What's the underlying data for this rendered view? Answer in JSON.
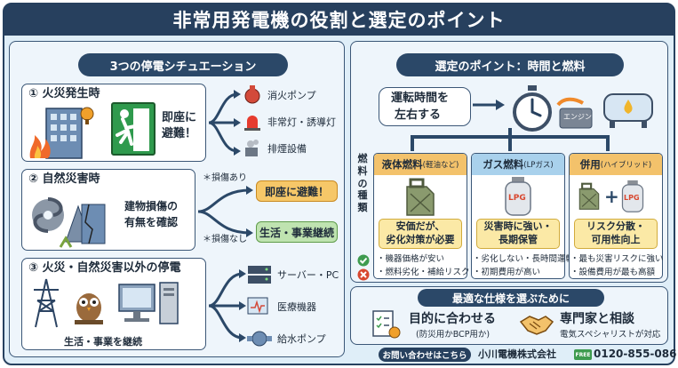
{
  "title": "非常用発電機の役割と選定のポイント",
  "left": {
    "heading": "3つの停電シチュエーション",
    "s1": {
      "title": "① 火災発生時",
      "action": [
        "即座に",
        "避難！"
      ],
      "items": [
        "消火ポンプ",
        "非常灯・誘導灯",
        "排煙設備"
      ]
    },
    "s2": {
      "title": "② 自然災害時",
      "check": [
        "建物損傷の",
        "有無を確認"
      ],
      "damage_yes": "＊損傷あり",
      "damage_no": "＊損傷なし",
      "evacuate": "即座に避難！",
      "continue": "生活・事業継続"
    },
    "s3": {
      "title": "③ 火災・自然災害以外の停電",
      "caption": "生活・事業を継続",
      "items": [
        "サーバー・PC",
        "医療機器",
        "給水ポンプ"
      ]
    }
  },
  "right": {
    "heading": "選定のポイント：時間と燃料",
    "runtime": [
      "運転時間を",
      "左右する"
    ],
    "engine_label": "エンジン",
    "fuel_type": [
      "燃",
      "料",
      "の",
      "種",
      "類"
    ],
    "cols": [
      {
        "name": "液体燃料",
        "sub": "(軽油など)",
        "merit": [
          "安価だが、",
          "劣化対策が必要"
        ],
        "pros": "・機器価格が安い",
        "cons": "・燃料劣化・補給リスク",
        "color": "#f3c26b"
      },
      {
        "name": "ガス燃料",
        "sub": "(LPガス)",
        "merit": [
          "災害時に強い・",
          "長期保管"
        ],
        "pros": "・劣化しない・長時間運転",
        "cons": "・初期費用が高い",
        "color": "#a9d1ec"
      },
      {
        "name": "併用",
        "sub": "(ハイブリッド)",
        "merit": [
          "リスク分散・",
          "可用性向上"
        ],
        "pros": "・最も災害リスクに強い",
        "cons": "・設備費用が最も高額",
        "color": "#f3c26b"
      }
    ],
    "lpg": "LPG",
    "best": {
      "heading": "最適な仕様を選ぶために",
      "p1_title": "目的に合わせる",
      "p1_sub": "(防災用かBCP用か)",
      "p2_title": "専門家と相談",
      "p2_sub": "電気スペシャリストが対応"
    }
  },
  "footer": {
    "inquiry": "お問い合わせはこちら",
    "company": "小川電機株式会社",
    "phone_icon": "FREE",
    "phone": "0120-855-086"
  },
  "colors": {
    "navy": "#27405e",
    "accent_orange": "#f08a2b",
    "yellow": "#fbe9a6",
    "green": "#bfe3b0"
  }
}
